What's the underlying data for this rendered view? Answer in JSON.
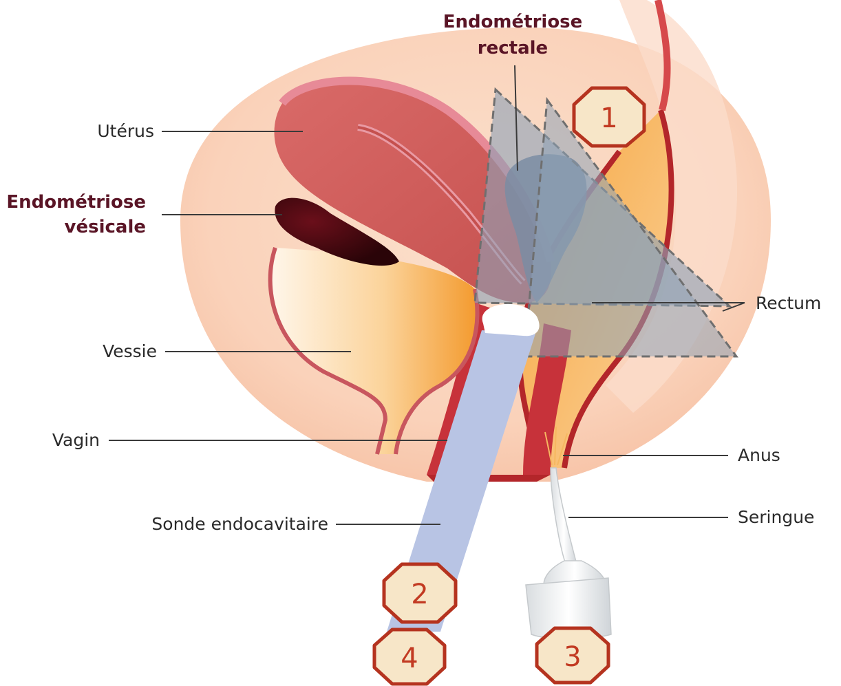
{
  "labels": {
    "uterus": "Utérus",
    "endo_vesicale_line1": "Endométriose",
    "endo_vesicale_line2": "vésicale",
    "endo_rectale_line1": "Endométriose",
    "endo_rectale_line2": "rectale",
    "vessie": "Vessie",
    "vagin": "Vagin",
    "sonde": "Sonde endocavitaire",
    "rectum": "Rectum",
    "anus": "Anus",
    "seringue": "Seringue"
  },
  "markers": {
    "m1": "1",
    "m2": "2",
    "m3": "3",
    "m4": "4"
  },
  "colors": {
    "marker_border": "#b5331f",
    "marker_fill": "#f7e6c8",
    "label_strong": "#5a1526",
    "probe": "#b8c4e4",
    "field": "#8ea2b6"
  }
}
